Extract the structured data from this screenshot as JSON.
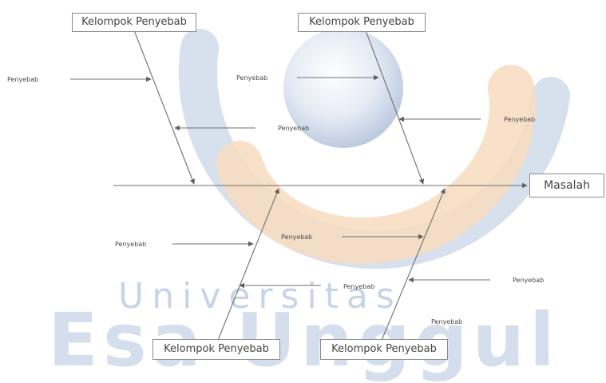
{
  "diagram": {
    "effect_label": "Masalah",
    "group_labels": [
      "Kelompok Penyebab",
      "Kelompok Penyebab",
      "Kelompok Penyebab",
      "Kelompok Penyebab"
    ],
    "cause_labels": [
      "Penyebab",
      "Penyebab",
      "Penyebab",
      "Penyebab",
      "Penyebab",
      "Penyebab",
      "Penyebab",
      "Penyebab",
      "Penyebab"
    ]
  },
  "watermark": {
    "line1": "Universitas",
    "line2": "Esa Unggul"
  },
  "colors": {
    "line": "#6f6f6f",
    "watermark_blue": "#c9d6e8",
    "watermark_orange": "#f7d2ae"
  }
}
